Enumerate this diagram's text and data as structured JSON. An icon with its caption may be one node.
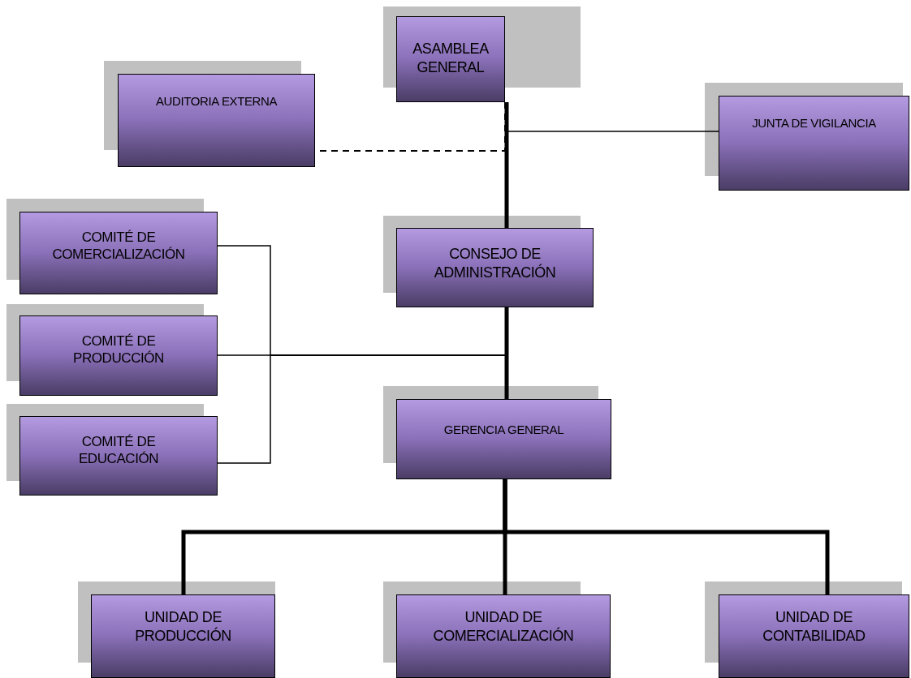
{
  "diagram": {
    "nodes": [
      {
        "text": [
          "ASAMBLEA GENERAL"
        ]
      },
      {
        "text": [
          "AUDITORIA EXTERNA"
        ]
      },
      {
        "text": [
          "JUNTA DE VIGILANCIA"
        ]
      },
      {
        "text": [
          "CONSEJO DE ADMINISTRACIÓN"
        ]
      },
      {
        "text": [
          "COMITÉ DE COMERCIALIZACIÓN"
        ]
      },
      {
        "text": [
          "COMITÉ DE PRODUCCIÓN"
        ]
      },
      {
        "text": [
          "COMITÉ DE EDUCACIÓN"
        ]
      },
      {
        "text": [
          "GERENCIA GENERAL"
        ]
      },
      {
        "text": [
          "UNIDAD DE PRODUCCIÓN"
        ]
      },
      {
        "text": [
          "UNIDAD DE COMERCIALIZACIÓN"
        ]
      },
      {
        "text": [
          "UNIDAD DE CONTABILIDAD"
        ]
      }
    ],
    "edges": [
      {
        "from": 0,
        "to": 3,
        "arrow": "none",
        "style": "thick"
      },
      {
        "from": 0,
        "to": 2,
        "arrow": "none"
      },
      {
        "from": 0,
        "to": 1,
        "arrow": "none",
        "style": "dashed"
      },
      {
        "from": 3,
        "to": 7,
        "arrow": "none",
        "style": "thick"
      },
      {
        "from": 3,
        "to": 4,
        "arrow": "none"
      },
      {
        "from": 3,
        "to": 5,
        "arrow": "none"
      },
      {
        "from": 3,
        "to": 6,
        "arrow": "none"
      },
      {
        "from": 7,
        "to": 8,
        "arrow": "none",
        "style": "thick"
      },
      {
        "from": 7,
        "to": 9,
        "arrow": "none",
        "style": "thick"
      },
      {
        "from": 7,
        "to": 10,
        "arrow": "none",
        "style": "thick"
      }
    ]
  }
}
